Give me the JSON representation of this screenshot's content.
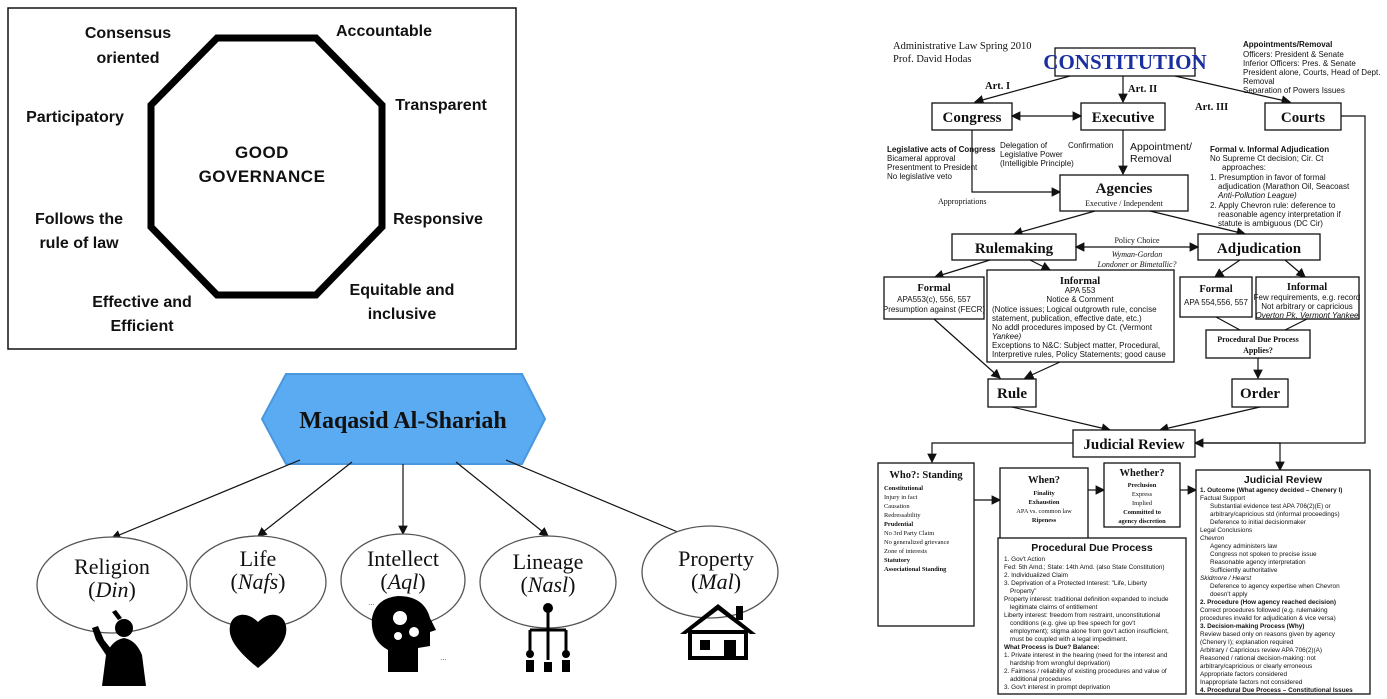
{
  "good_governance": {
    "center_line1": "GOOD",
    "center_line2": "GOVERNANCE",
    "labels": {
      "consensus1": "Consensus",
      "consensus2": "oriented",
      "accountable": "Accountable",
      "participatory": "Participatory",
      "transparent": "Transparent",
      "rule1": "Follows the",
      "rule2": "rule of law",
      "responsive": "Responsive",
      "effective1": "Effective and",
      "effective2": "Efficient",
      "equitable1": "Equitable and",
      "equitable2": "inclusive"
    }
  },
  "maqasid": {
    "title": "Maqasid Al-Shariah",
    "colors": {
      "hexagon": "#5aabf2",
      "hexagon_edge": "#4a97de"
    },
    "items": [
      {
        "name": "Religion",
        "sub": "Din",
        "icon": "praying-person-icon"
      },
      {
        "name": "Life",
        "sub": "Nafs",
        "icon": "heart-icon"
      },
      {
        "name": "Intellect",
        "sub": "Aql",
        "icon": "head-gears-icon"
      },
      {
        "name": "Lineage",
        "sub": "Nasl",
        "icon": "family-tree-icon"
      },
      {
        "name": "Property",
        "sub": "Mal",
        "icon": "house-icon"
      }
    ]
  },
  "admin_law": {
    "course_line1": "Administrative Law Spring 2010",
    "course_line2": "Prof. David Hodas",
    "constitution": "CONSTITUTION",
    "appointments": {
      "title": "Appointments/Removal",
      "lines": [
        "Officers:  President & Senate",
        "Inferior Officers:  Pres. & Senate",
        "President alone, Courts, Head of Dept.",
        "Removal",
        "Separation of Powers Issues"
      ]
    },
    "art1": "Art. I",
    "art2": "Art. II",
    "art3": "Art. III",
    "congress": "Congress",
    "executive": "Executive",
    "courts": "Courts",
    "legislative": {
      "title": "Legislative acts of Congress",
      "lines": [
        "Bicameral approval",
        "Presentment to President",
        "No legislative veto"
      ]
    },
    "delegation": [
      "Delegation of",
      "Legislative Power",
      "(Intelligible Principle)"
    ],
    "confirmation": "Confirmation",
    "appointment_removal": [
      "Appointment/",
      "Removal"
    ],
    "formal_v_informal": {
      "title": "Formal v. Informal Adjudication",
      "lines": [
        "No Supreme Ct decision; Cir. Ct",
        "approaches:",
        "1. Presumption in favor of formal",
        "adjudication (Marathon Oil, Seacoast",
        "Anti-Pollution League)",
        "2. Apply Chevron rule: deference to",
        "reasonable agency interpretation if",
        "statute is ambiguous (DC Cir)"
      ]
    },
    "agencies": "Agencies",
    "agencies_sub": "Executive / Independent",
    "appropriations": "Appropriations",
    "rulemaking": "Rulemaking",
    "adjudication": "Adjudication",
    "policy_choice": "Policy Choice",
    "wyman": "Wyman-Gordon",
    "londoner": "Londoner or Bimetallic?",
    "formal_rule": {
      "title": "Formal",
      "lines": [
        "APA553(c), 556, 557",
        "Presumption against (FECR)"
      ]
    },
    "informal_rule": {
      "title": "Informal",
      "lines": [
        "APA 553",
        "Notice & Comment",
        "(Notice issues; Logical outgrowth rule, concise",
        "statement, publication, effective date, etc.)",
        "No addl procedures imposed by Ct. (Vermont",
        "Yankee)",
        "Exceptions to N&C:  Subject matter, Procedural,",
        "Interpretive rules, Policy Statements; good cause"
      ]
    },
    "formal_adj": {
      "title": "Formal",
      "lines": [
        "APA 554,556, 557"
      ]
    },
    "informal_adj": {
      "title": "Informal",
      "lines": [
        "Few requirements, e.g. record",
        "Not arbitrary or capricious",
        "Overton Pk, Vermont Yankee"
      ]
    },
    "pdp_applies": [
      "Procedural Due Process",
      "Applies?"
    ],
    "rule": "Rule",
    "order": "Order",
    "judicial_review": "Judicial Review",
    "who": {
      "title": "Who?: Standing",
      "lines": [
        "Constitutional",
        "Injury in fact",
        "Causation",
        "Redressability",
        "Prudential",
        "No 3rd Party Claim",
        "No generalized grievance",
        "Zone of interests",
        "Statutory",
        "Associational Standing"
      ]
    },
    "when": {
      "title": "When?",
      "lines": [
        "Finality",
        "Exhaustion",
        "APA vs. common law",
        "Ripeness"
      ]
    },
    "whether": {
      "title": "Whether?",
      "lines": [
        "Preclusion",
        "Express",
        "Implied",
        "Committed to",
        "agency discretion"
      ]
    },
    "pdp_box": {
      "title": "Procedural Due Process",
      "lines": [
        "1. Gov't Action",
        "Fed: 5th Amd.;  State: 14th Amd. (also State Constitution)",
        "2. Individualized Claim",
        "3. Deprivation of a Protected Interest:  \"Life, Liberty",
        "Property\"",
        "Property interest:  traditional definition expanded to include",
        "legitimate claims of entitlement",
        "Liberty interest:  freedom from restraint, unconstitutional",
        "conditions (e.g. give up free speech for gov't",
        "employment);  stigma alone from gov't action insufficient,",
        "must be coupled with a legal impediment.",
        "What Process is Due?  Balance:",
        "1. Private interest in the hearing (need for the interest and",
        "hardship from wrongful deprivation)",
        "2. Fairness / reliability of existing procedures and value of",
        "additional procedures",
        "3. Gov't interest in prompt deprivation"
      ]
    },
    "jr_box": {
      "title": "Judicial Review",
      "lines": [
        "1. Outcome (What agency decided – Chenery I)",
        "Factual Support",
        "Substantial evidence test APA 706(2)(E) or",
        "arbitrary/capricious std (informal proceedings)",
        "Deference to initial decisionmaker",
        "Legal Conclusions",
        "Chevron",
        "Agency administers law",
        "Congress not spoken to precise issue",
        "Reasonable agency interpretation",
        "Sufficiently authoritative",
        "Skidmore / Hearst",
        "Deference to agency expertise when Chevron",
        "doesn't apply",
        "2. Procedure (How agency reached decision)",
        "Correct procedures followed (e.g. rulemaking",
        "procedures invalid for adjudication & vice versa)",
        "3. Decision-making Process (Why)",
        "Review based only on reasons given by agency",
        "(Chenery I);  explanation required",
        "Arbitrary / Capricious review APA 706(2)(A)",
        "Reasoned / rational decision-making: not",
        "arbitrary/capricious or clearly erroneous",
        "Appropriate factors considered",
        "Inappropriate factors not considered",
        "4. Procedural Due Process – Constitutional Issues"
      ]
    }
  }
}
